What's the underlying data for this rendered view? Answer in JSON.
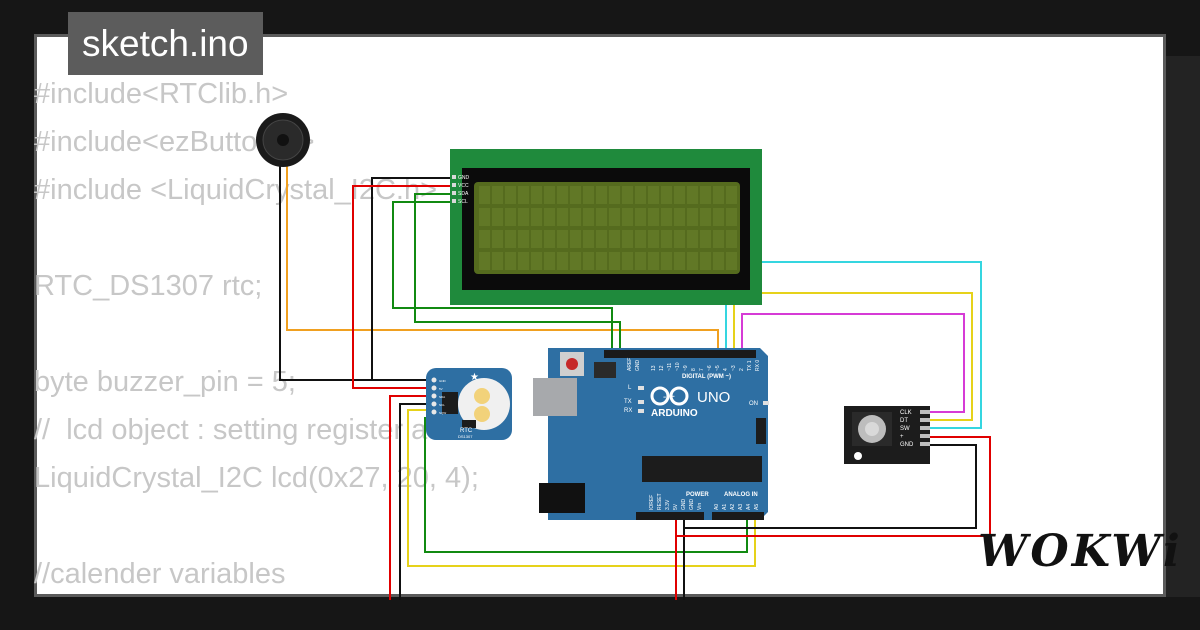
{
  "page": {
    "title": "sketch.ino"
  },
  "code_lines": [
    "#include<RTClib.h>",
    "#include<ezButton.h>",
    "#include <LiquidCrystal_I2C.h>",
    "",
    "RTC_DS1307 rtc;",
    "",
    "byte buzzer_pin = 5;",
    "//  lcd object : setting register add",
    "LiquidCrystal_I2C lcd(0x27, 20, 4);",
    "",
    "//calender variables"
  ],
  "components": {
    "lcd": {
      "pins": [
        "GND",
        "VCC",
        "SDA",
        "SCL"
      ],
      "colors": {
        "frame": "#1f8a3c",
        "screen": "#556b1e"
      }
    },
    "arduino": {
      "brand": "ARDUINO",
      "model": "UNO",
      "digital_header": "DIGITAL (PWM ~)",
      "power_header": "POWER",
      "analog_header": "ANALOG IN",
      "on_label": "ON",
      "l_label": "L",
      "tx_label": "TX",
      "rx_label": "RX",
      "aref_label": "AREF",
      "gnd_label": "GND",
      "digital_pins": [
        "13",
        "12",
        "~11",
        "~10",
        "~9",
        "8",
        "7",
        "~6",
        "~5",
        "4",
        "~3",
        "2",
        "TX 1",
        "RX 0"
      ],
      "power_pins": [
        "IOREF",
        "RESET",
        "3.3V",
        "5V",
        "GND",
        "GND",
        "Vin"
      ],
      "analog_pins": [
        "A0",
        "A1",
        "A2",
        "A3",
        "A4",
        "A5"
      ],
      "colors": {
        "board": "#2e6fa3"
      }
    },
    "rtc": {
      "label": "RTC",
      "sublabel": "DS1307",
      "pins": [
        "GND",
        "5V",
        "SDA",
        "SCL",
        "SQW"
      ]
    },
    "encoder": {
      "pins": [
        "CLK",
        "DT",
        "SW",
        "+",
        "GND"
      ]
    }
  },
  "wire_colors": {
    "red": "#e00000",
    "black": "#111111",
    "green": "#118a11",
    "orange": "#f0a020",
    "yellow": "#e6d21a",
    "cyan": "#35d6e0",
    "magenta": "#d63bd6"
  },
  "brand": {
    "logo": "WOKWi"
  }
}
